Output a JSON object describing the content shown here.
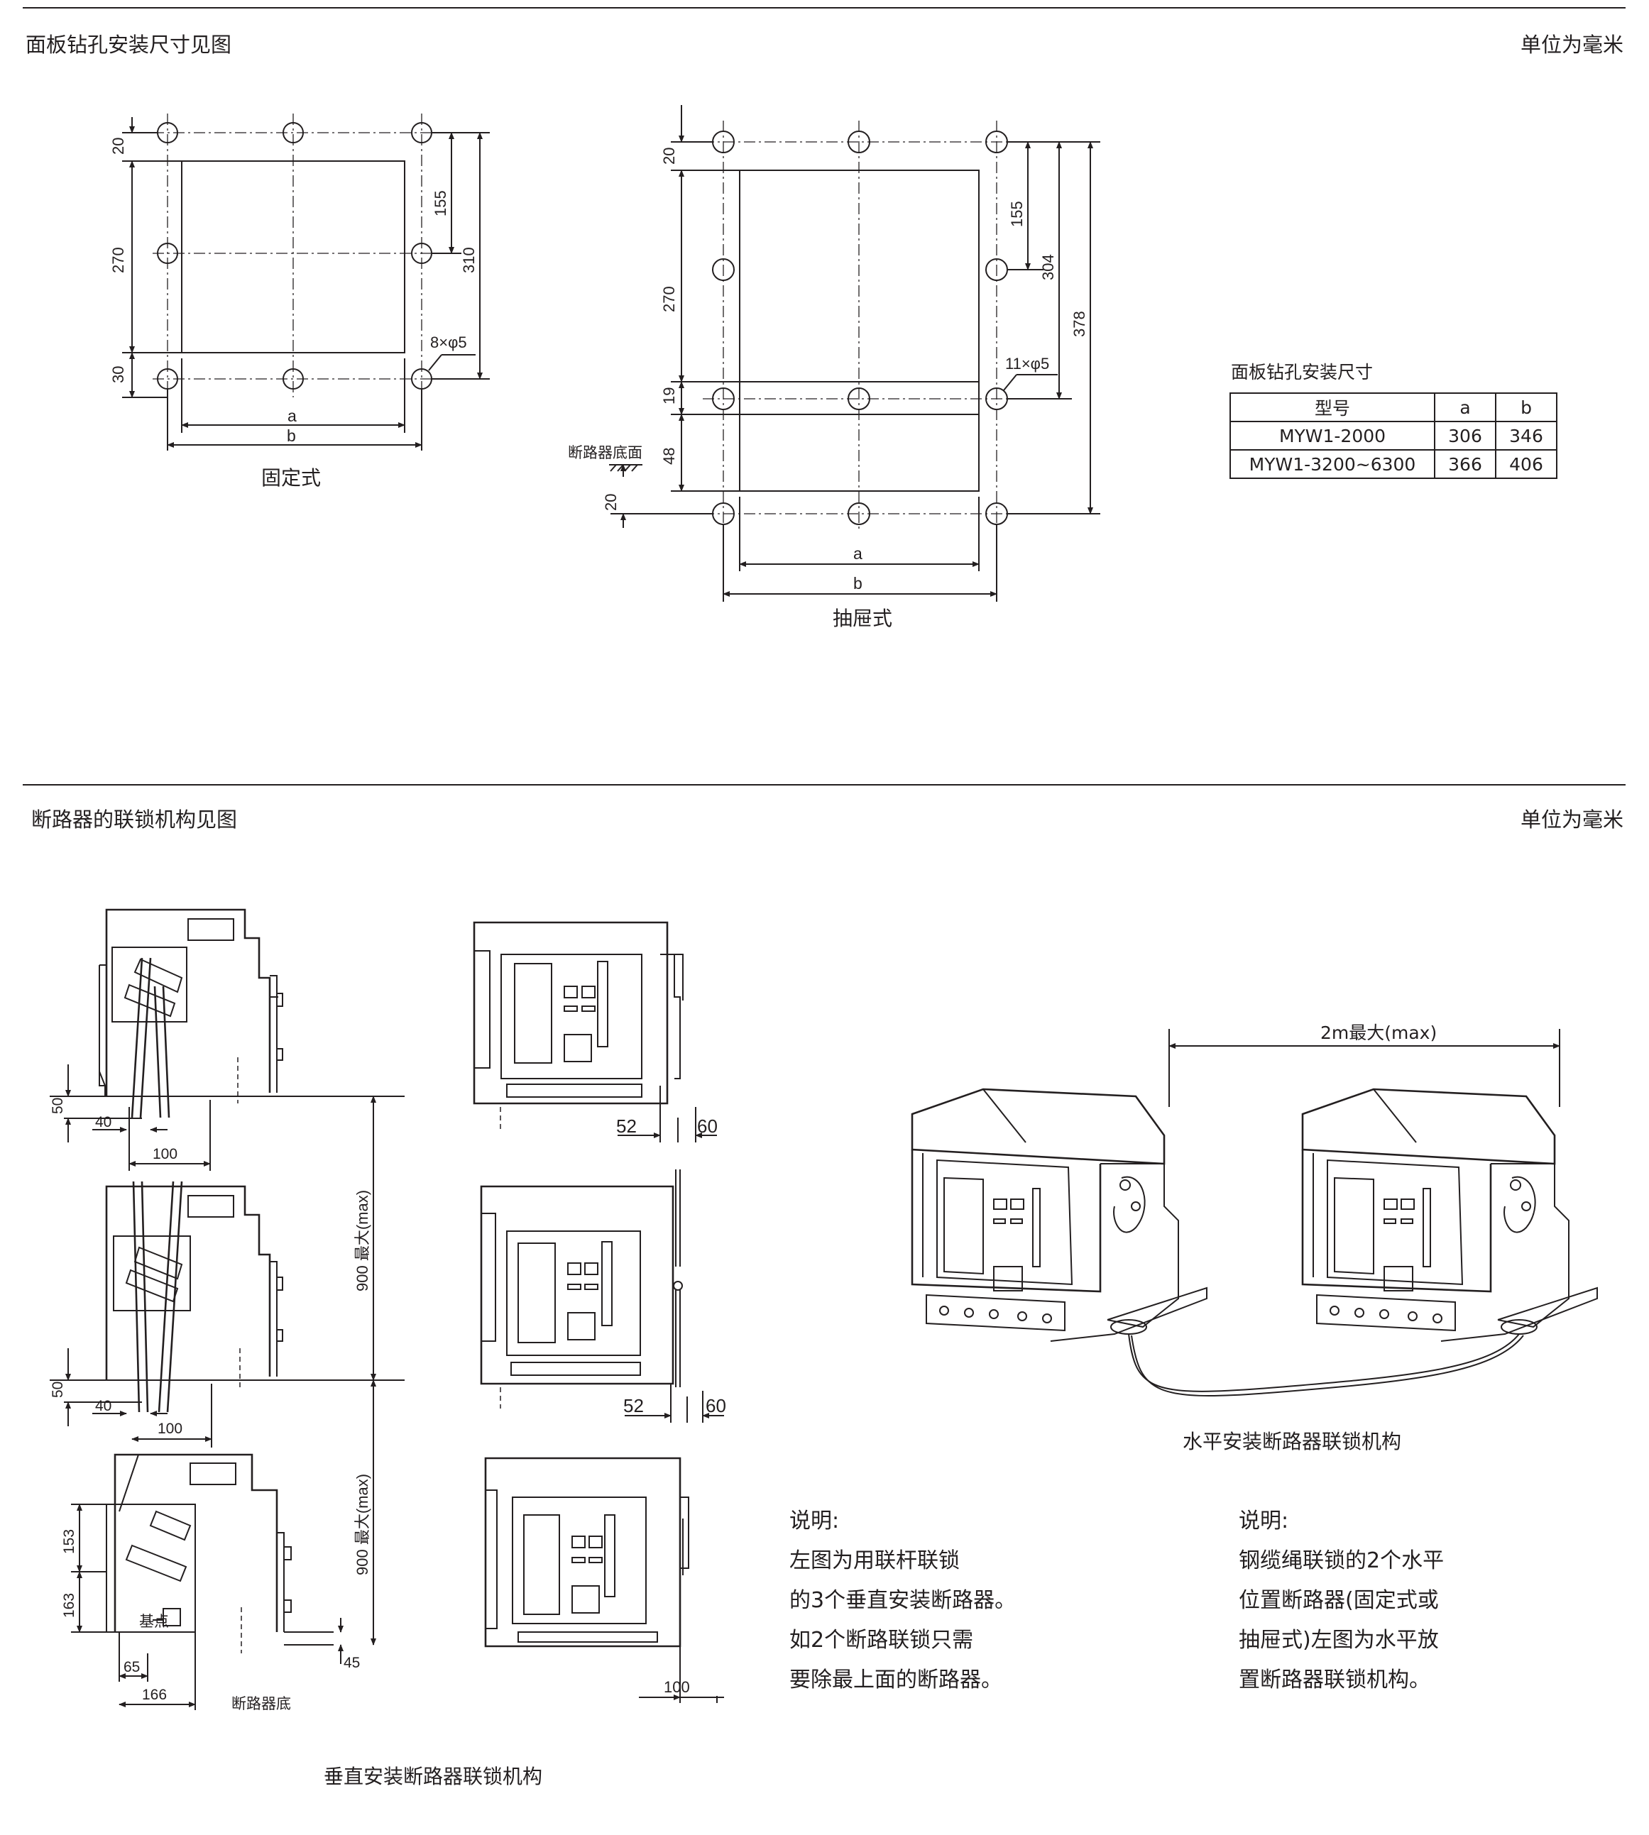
{
  "section1": {
    "title": "面板钻孔安装尺寸见图",
    "unit": "单位为毫米",
    "fixed": {
      "caption": "固定式",
      "dims": {
        "top": "20",
        "middle": "270",
        "bottom": "30",
        "half": "155",
        "total": "310",
        "holes": "8×φ5",
        "a": "a",
        "b": "b"
      }
    },
    "drawout": {
      "caption": "抽屉式",
      "base_label": "断路器底面",
      "dims": {
        "top": "20",
        "middle": "270",
        "d19": "19",
        "d48": "48",
        "d20b": "20",
        "half": "155",
        "d304": "304",
        "d378": "378",
        "holes": "11×φ5",
        "a": "a",
        "b": "b"
      }
    },
    "spec_table": {
      "title": "面板钻孔安装尺寸",
      "headers": [
        "型号",
        "a",
        "b"
      ],
      "rows": [
        [
          "MYW1-2000",
          "306",
          "346"
        ],
        [
          "MYW1-3200~6300",
          "366",
          "406"
        ]
      ]
    }
  },
  "section2": {
    "title": "断路器的联锁机构见图",
    "unit": "单位为毫米",
    "vertical": {
      "caption": "垂直安装断路器联锁机构",
      "dims": {
        "d50a": "50",
        "d40a": "40",
        "d100a": "100",
        "d50b": "50",
        "d40b": "40",
        "d100b": "100",
        "d153": "153",
        "d163": "163",
        "d65": "65",
        "d166": "166",
        "d45": "45",
        "max1": "900 最大(max)",
        "max2": "900 最大(max)",
        "base_point": "基点",
        "breaker_base": "断路器底",
        "d52a": "52",
        "d60a": "60",
        "d52b": "52",
        "d60b": "60",
        "d100c": "100"
      }
    },
    "horizontal": {
      "caption": "水平安装断路器联锁机构",
      "span": "2m最大(max)"
    },
    "note_left": {
      "heading": "说明:",
      "lines": [
        "左图为用联杆联锁",
        "的3个垂直安装断路器。",
        "如2个断路联锁只需",
        "要除最上面的断路器。"
      ]
    },
    "note_right": {
      "heading": "说明:",
      "lines": [
        "钢缆绳联锁的2个水平",
        "位置断路器(固定式或",
        "抽屉式)左图为水平放",
        "置断路器联锁机构。"
      ]
    }
  }
}
